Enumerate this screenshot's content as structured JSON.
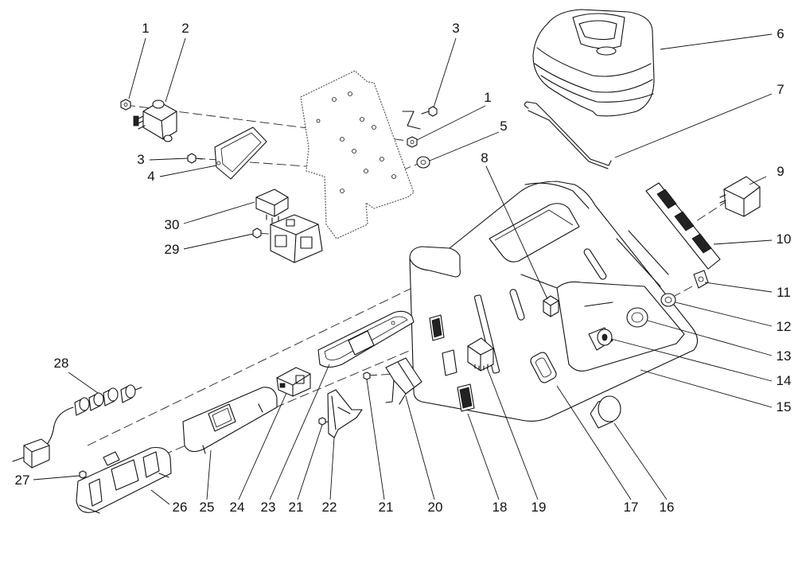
{
  "diagram": {
    "callouts": [
      "1",
      "2",
      "3",
      "6",
      "1",
      "7",
      "5",
      "3",
      "4",
      "8",
      "9",
      "30",
      "29",
      "10",
      "11",
      "12",
      "13",
      "14",
      "15",
      "28",
      "27",
      "26",
      "25",
      "24",
      "23",
      "21",
      "22",
      "21",
      "20",
      "18",
      "19",
      "17",
      "16"
    ]
  }
}
